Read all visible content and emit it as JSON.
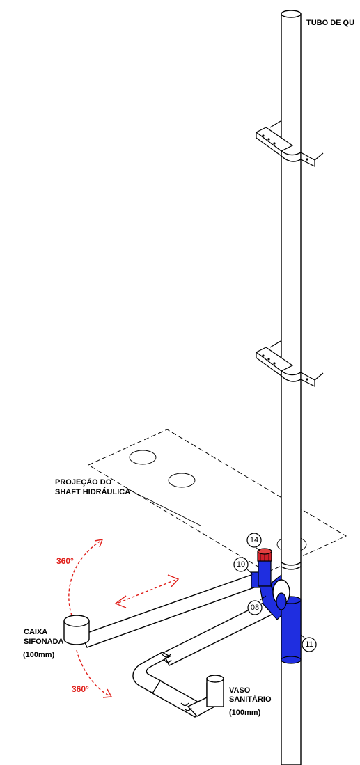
{
  "labels": {
    "tube": "TUBO DE QU",
    "shaft_line1": "PROJEÇÃO DO",
    "shaft_line2": "SHAFT HIDRÁULICA",
    "rot_top": "360°",
    "rot_bottom": "360°",
    "caixa_line1": "CAIXA",
    "caixa_line2": "SIFONADA",
    "caixa_line3": "(100mm)",
    "vaso_line1": "VASO",
    "vaso_line2": "SANITÁRIO",
    "vaso_line3": "(100mm)"
  },
  "callouts": {
    "c14": "14",
    "c10": "10",
    "c08": "08",
    "c11": "11"
  },
  "colors": {
    "pipe_fitting": "#1f2ee0",
    "cap": "#d0202a",
    "rotation": "#e0201b"
  }
}
